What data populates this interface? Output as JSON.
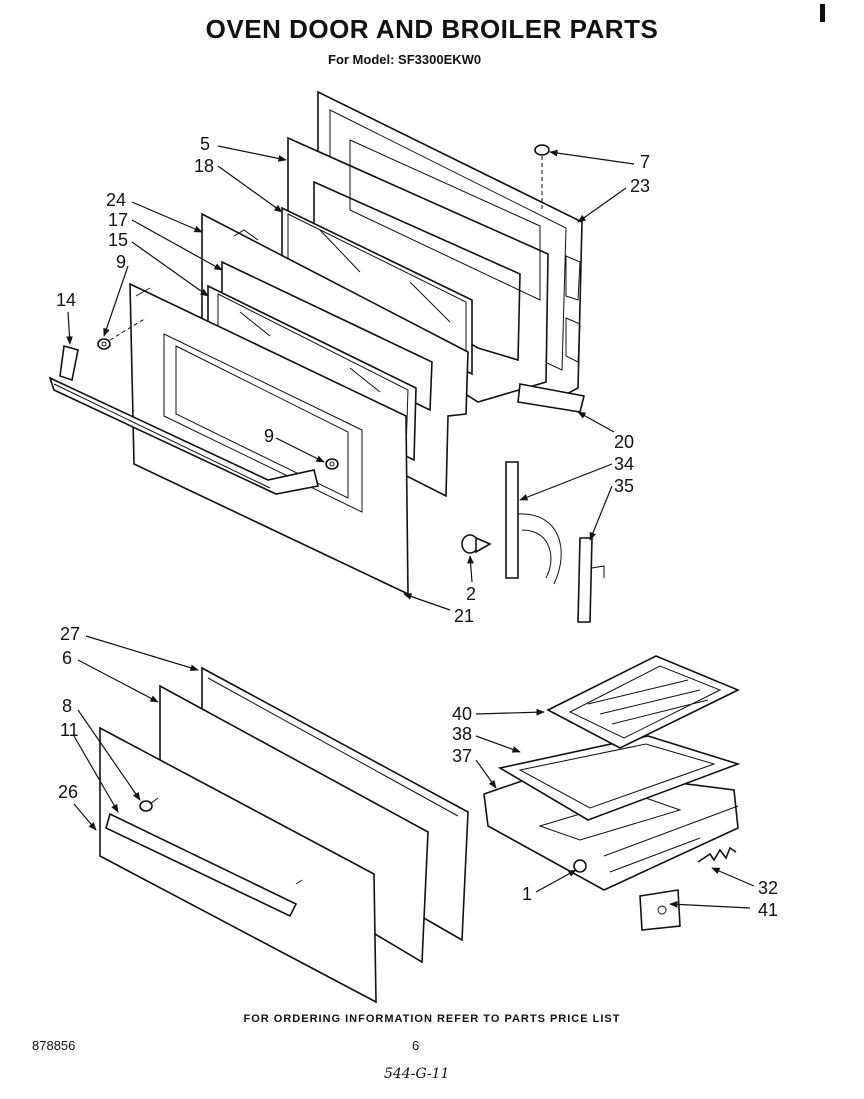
{
  "header": {
    "title": "OVEN DOOR AND BROILER PARTS",
    "subtitle": "For Model: SF3300EKW0"
  },
  "callouts": {
    "c5": "5",
    "c18": "18",
    "c24": "24",
    "c17": "17",
    "c15": "15",
    "c9a": "9",
    "c14": "14",
    "c7": "7",
    "c23": "23",
    "c9b": "9",
    "c20": "20",
    "c34": "34",
    "c35": "35",
    "c2": "2",
    "c21": "21",
    "c27": "27",
    "c6": "6",
    "c8": "8",
    "c11": "11",
    "c26": "26",
    "c40": "40",
    "c38": "38",
    "c37": "37",
    "c1": "1",
    "c32": "32",
    "c41": "41"
  },
  "footer": {
    "ordering_note": "FOR ORDERING INFORMATION REFER TO PARTS PRICE LIST",
    "doc_number": "878856",
    "page_number": "6",
    "hand_note": "544-G-11"
  }
}
